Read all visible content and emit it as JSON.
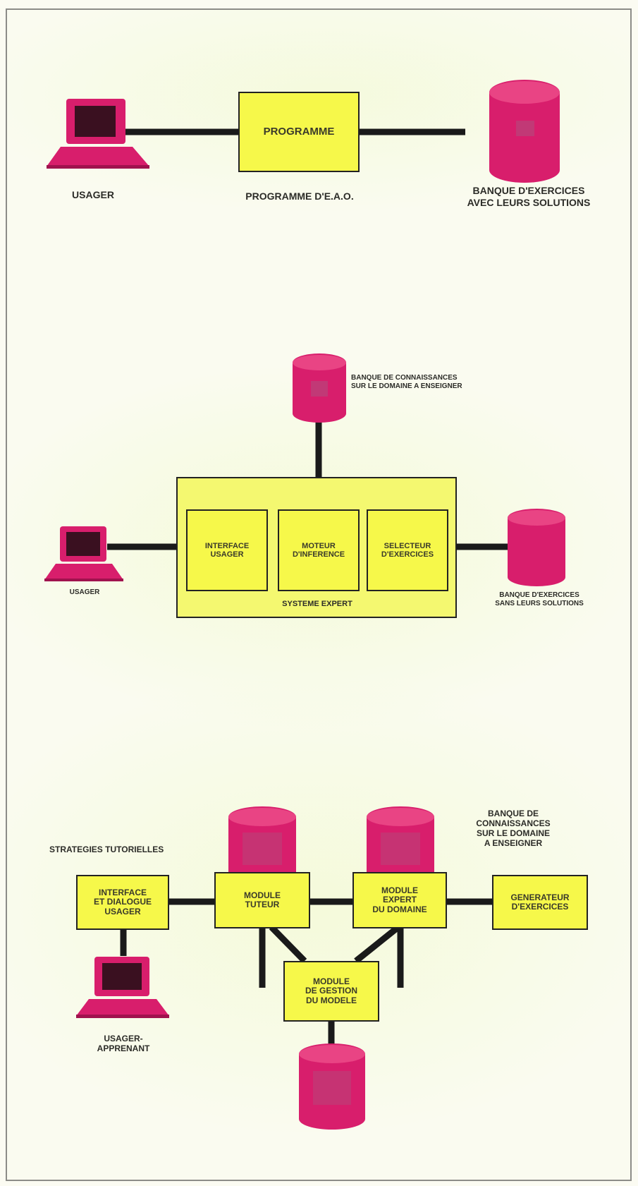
{
  "colors": {
    "box_fill": "#f6f84a",
    "device_fill": "#d81e6c",
    "wire": "#1a1a1a",
    "background": "#fafbf0"
  },
  "diagram1": {
    "programme_box": "PROGRAMME",
    "usager_label": "USAGER",
    "programme_caption": "PROGRAMME D'E.A.O.",
    "banque_label": "BANQUE D'EXERCICES\nAVEC LEURS SOLUTIONS"
  },
  "diagram2": {
    "banque_connaissances_label": "BANQUE DE CONNAISSANCES\nSUR LE DOMAINE A ENSEIGNER",
    "interface_box": "INTERFACE\nUSAGER",
    "moteur_box": "MOTEUR\nD'INFERENCE",
    "selecteur_box": "SELECTEUR\nD'EXERCICES",
    "systeme_expert_label": "SYSTEME EXPERT",
    "usager_label": "USAGER",
    "banque_exercices_label": "BANQUE D'EXERCICES\nSANS LEURS SOLUTIONS"
  },
  "diagram3": {
    "strategies_label": "STRATEGIES TUTORIELLES",
    "banque_connaissances_label": "BANQUE DE\nCONNAISSANCES\nSUR LE DOMAINE\nA ENSEIGNER",
    "interface_box": "INTERFACE\nET DIALOGUE\nUSAGER",
    "tuteur_box": "MODULE\nTUTEUR",
    "expert_box": "MODULE\nEXPERT\nDU DOMAINE",
    "generateur_box": "GENERATEUR\nD'EXERCICES",
    "gestion_box": "MODULE\nDE GESTION\nDU MODELE",
    "usager_label": "USAGER-\nAPPRENANT"
  }
}
